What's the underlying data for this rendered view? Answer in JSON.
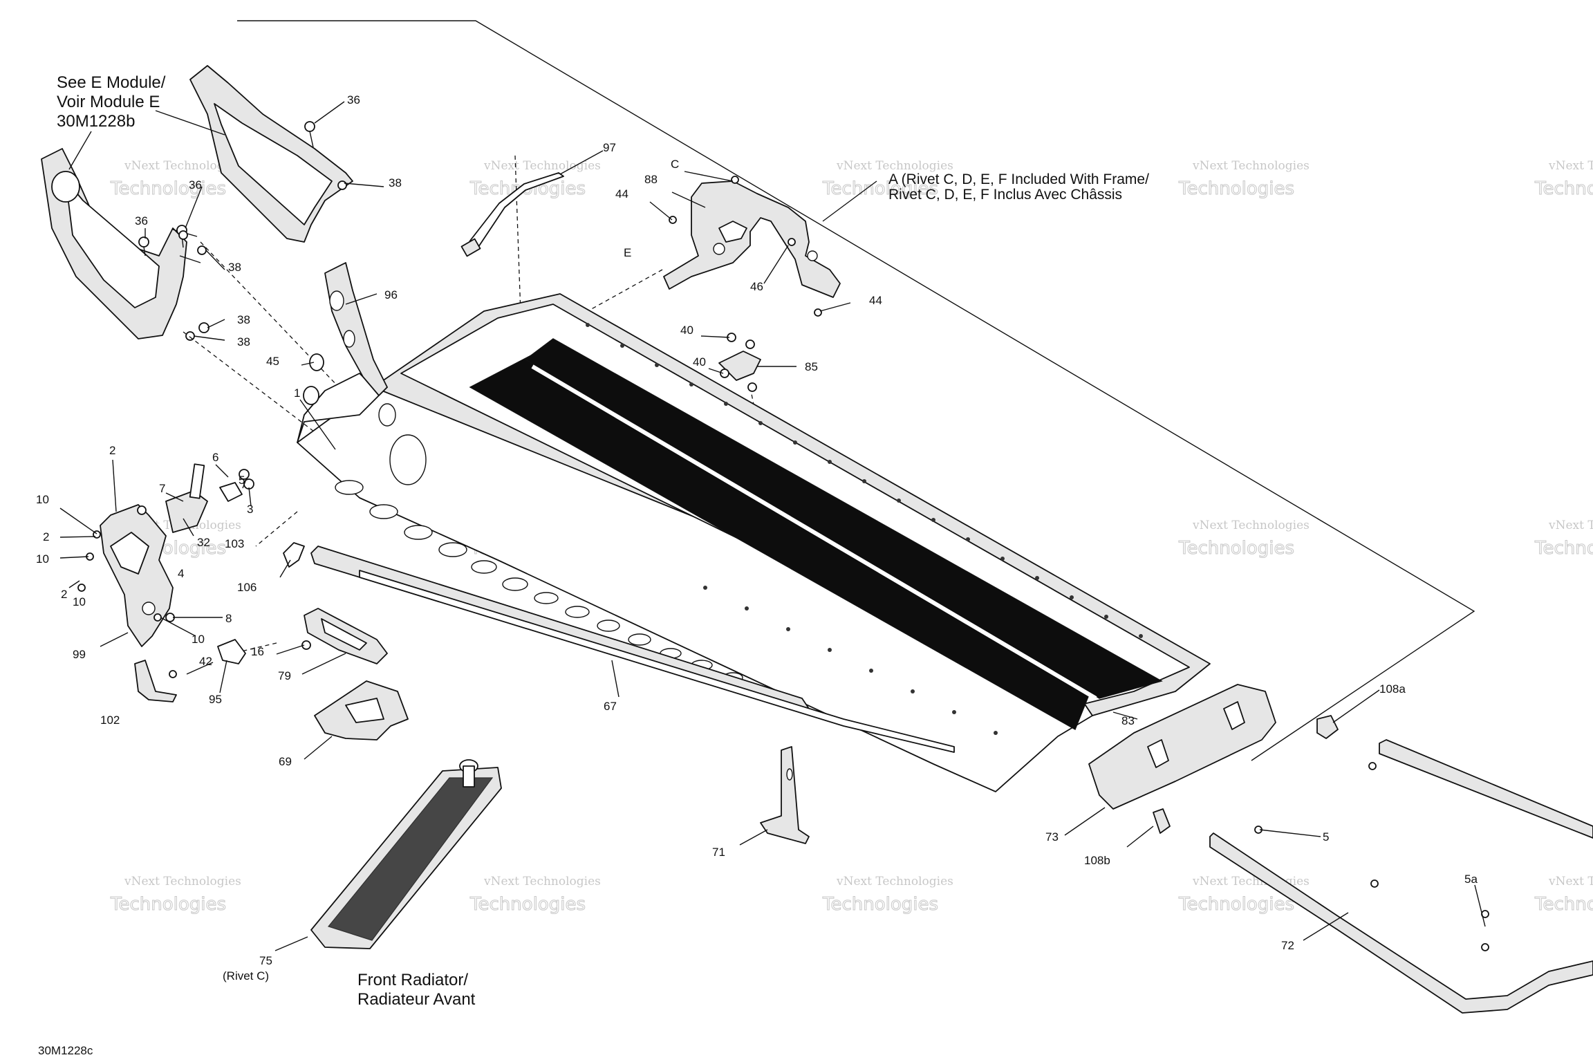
{
  "notes": {
    "see_module_1": "See E Module/",
    "see_module_2": "Voir Module E",
    "see_module_3": "30M1228b",
    "rivet_note_1": "A (Rivet C, D, E, F Included With Frame/",
    "rivet_note_2": "Rivet C, D, E, F Inclus Avec Châssis",
    "front_radiator_1": "Front Radiator/",
    "front_radiator_2": "Radiateur Avant",
    "rivet_c": "(Rivet C)",
    "diagram_code": "30M1228c"
  },
  "watermark": {
    "line1": "vNext Technologies",
    "line2": "Technologies"
  },
  "callouts": [
    "36",
    "36",
    "36",
    "38",
    "38",
    "38",
    "38",
    "97",
    "C",
    "88",
    "44",
    "E",
    "46",
    "44",
    "96",
    "45",
    "1",
    "40",
    "40",
    "85",
    "2",
    "10",
    "2",
    "10",
    "2",
    "10",
    "7",
    "6",
    "5",
    "3",
    "32",
    "103",
    "4",
    "106",
    "8",
    "10",
    "99",
    "16",
    "42",
    "79",
    "95",
    "102",
    "67",
    "69",
    "83",
    "108a",
    "71",
    "73",
    "108b",
    "5",
    "5a",
    "72",
    "75"
  ]
}
